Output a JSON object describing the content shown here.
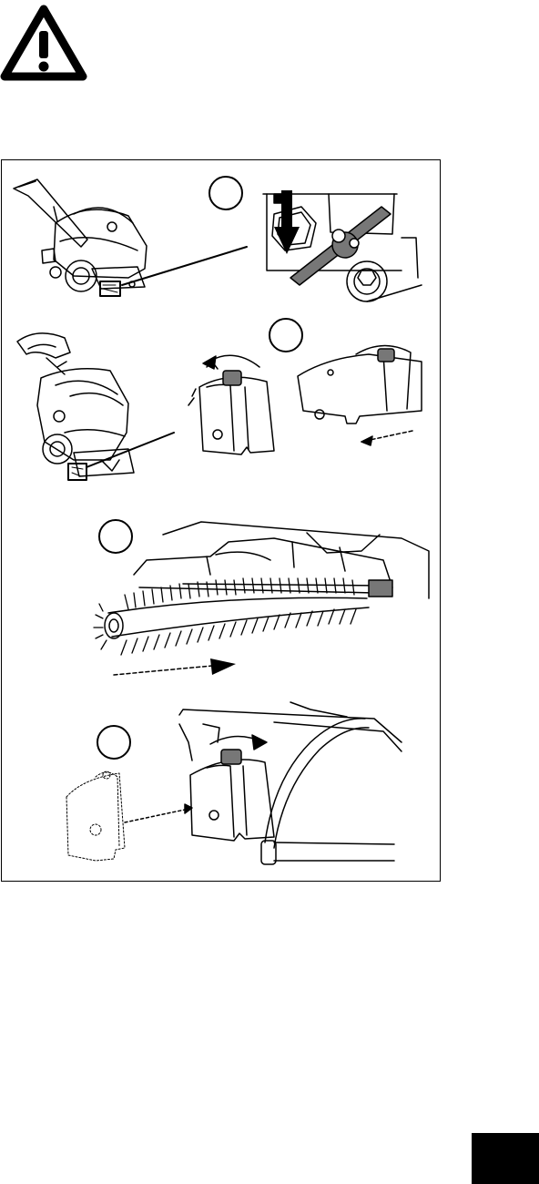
{
  "page": {
    "warning_icon": "warning-triangle-icon",
    "steps": [
      {
        "id": 1,
        "label": ""
      },
      {
        "id": 2,
        "label": ""
      },
      {
        "id": 3,
        "label": ""
      },
      {
        "id": 4,
        "label": ""
      }
    ],
    "colors": {
      "ink": "#000000",
      "background": "#ffffff",
      "shade": "#777777"
    },
    "tab_color": "#000000"
  }
}
